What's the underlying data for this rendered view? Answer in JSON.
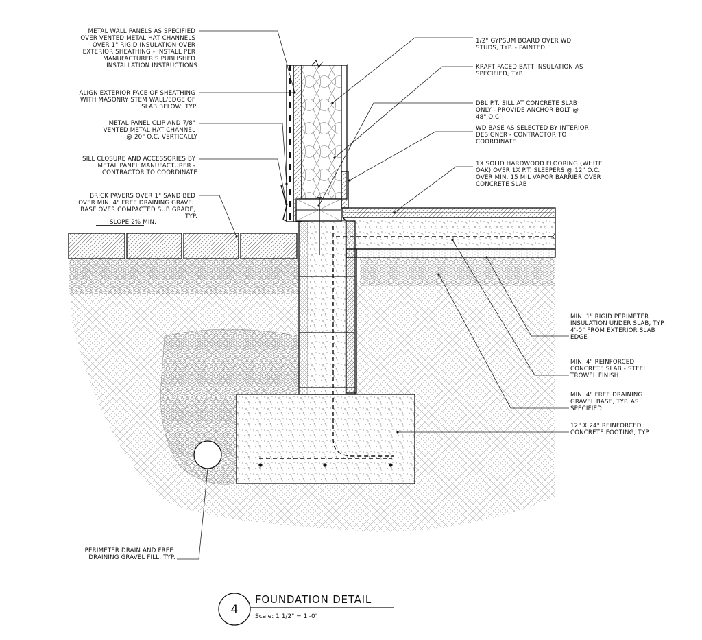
{
  "notes": {
    "metal_wall_panels": [
      "METAL WALL PANELS AS SPECIFIED",
      "OVER VENTED METAL HAT CHANNELS",
      "OVER 1\" RIGID INSULATION OVER",
      "EXTERIOR SHEATHING - INSTALL PER",
      "MANUFACTURER'S PUBLISHED",
      "INSTALLATION INSTRUCTIONS"
    ],
    "align_exterior_face": [
      "ALIGN EXTERIOR FACE OF SHEATHING",
      "WITH MASONRY STEM WALL/EDGE OF",
      "SLAB BELOW, TYP."
    ],
    "panel_clip": [
      "METAL PANEL CLIP AND 7/8\"",
      "VENTED METAL HAT CHANNEL",
      "@ 20\" O.C. VERTICALLY"
    ],
    "sill_closure": [
      "SILL CLOSURE AND ACCESSORIES BY",
      "METAL PANEL MANUFACTURER -",
      "CONTRACTOR TO COORDINATE"
    ],
    "brick_pavers": [
      "BRICK PAVERS OVER 1\" SAND BED",
      "OVER MIN. 4\" FREE DRAINING GRAVEL",
      "BASE OVER COMPACTED SUB GRADE,",
      "TYP."
    ],
    "slope": "SLOPE 2% MIN.",
    "gypsum_board": [
      "1/2\" GYPSUM BOARD OVER WD",
      "STUDS, TYP. - PAINTED"
    ],
    "batt_insulation": [
      "KRAFT FACED BATT INSULATION AS",
      "SPECIFIED, TYP."
    ],
    "dbl_sill": [
      "DBL P.T. SILL AT CONCRETE SLAB",
      "ONLY - PROVIDE ANCHOR BOLT @",
      "48\" O.C."
    ],
    "wd_base": [
      "WD BASE AS SELECTED BY INTERIOR",
      "DESIGNER - CONTRACTOR TO",
      "COORDINATE"
    ],
    "hardwood_flooring": [
      "1X SOLID HARDWOOD FLOORING (WHITE",
      "OAK) OVER 1X P.T. SLEEPERS @ 12\" O.C.",
      "OVER MIN. 15 MIL VAPOR BARRIER OVER",
      "CONCRETE SLAB"
    ],
    "rigid_perimeter": [
      "MIN. 1\" RIGID PERIMETER",
      "INSULATION UNDER SLAB, TYP.",
      "4'-0\" FROM EXTERIOR SLAB",
      "EDGE"
    ],
    "reinforced_slab": [
      "MIN. 4\" REINFORCED",
      "CONCRETE SLAB - STEEL",
      "TROWEL FINISH"
    ],
    "gravel_base": [
      "MIN. 4\" FREE DRAINING",
      "GRAVEL BASE, TYP. AS",
      "SPECIFIED"
    ],
    "footing": [
      "12\" X 24\" REINFORCED",
      "CONCRETE FOOTING, TYP."
    ],
    "perimeter_drain": [
      "PERIMETER DRAIN AND FREE",
      "DRAINING GRAVEL FILL, TYP."
    ]
  },
  "title_block": {
    "number": "4",
    "title": "FOUNDATION DETAIL",
    "scale": "Scale: 1 1/2\" = 1'-0\""
  }
}
